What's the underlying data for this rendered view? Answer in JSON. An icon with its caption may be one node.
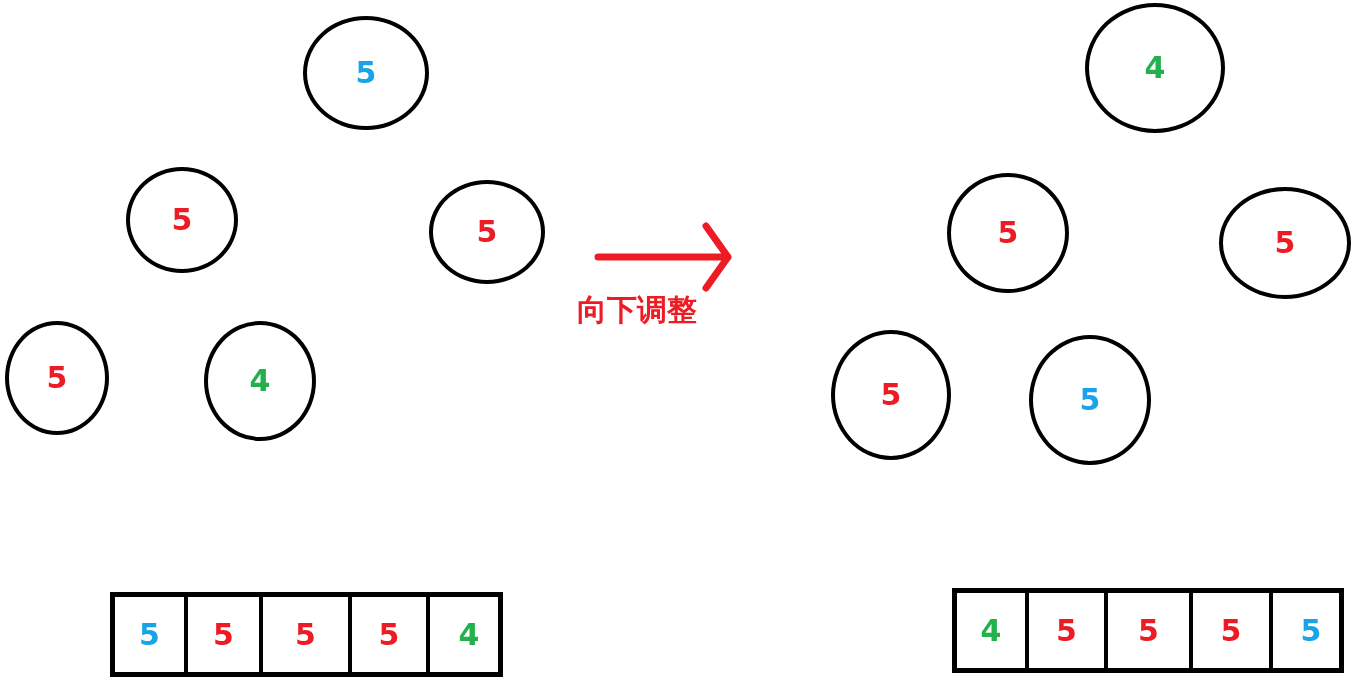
{
  "diagram": {
    "nodes": [
      {
        "text": [
          "5"
        ]
      },
      {
        "text": [
          "5"
        ]
      },
      {
        "text": [
          "5"
        ]
      },
      {
        "text": [
          "5"
        ]
      },
      {
        "text": [
          "4"
        ]
      },
      {
        "text": [],
        "shape": "box"
      },
      {
        "text": [
          "5"
        ],
        "in": 5
      },
      {
        "text": [
          "5"
        ],
        "in": 5
      },
      {
        "text": [
          "5"
        ],
        "in": 5
      },
      {
        "text": [
          "5"
        ],
        "in": 5
      },
      {
        "text": [
          "4"
        ],
        "in": 5
      },
      {
        "text": [
          "4"
        ]
      },
      {
        "text": [
          "5"
        ]
      },
      {
        "text": [
          "5"
        ]
      },
      {
        "text": [
          "5"
        ]
      },
      {
        "text": [
          "5"
        ]
      },
      {
        "text": [],
        "shape": "box"
      },
      {
        "text": [
          "4"
        ],
        "in": 16
      },
      {
        "text": [
          "5"
        ],
        "in": 16
      },
      {
        "text": [
          "5"
        ],
        "in": 16
      },
      {
        "text": [
          "5"
        ],
        "in": 16
      },
      {
        "text": [
          "5"
        ],
        "in": 16
      }
    ],
    "edges": [],
    "labels": [
      "向下调整"
    ]
  }
}
